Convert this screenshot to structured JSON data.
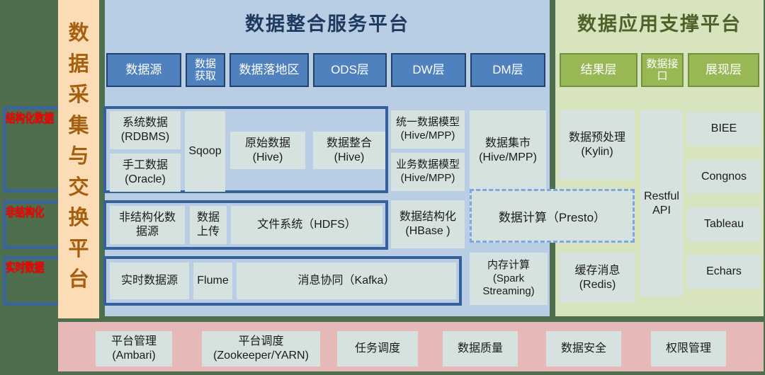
{
  "colors": {
    "background_green": "#4E6E4E",
    "panel_blue": "#B9CDE4",
    "panel_green": "#D8E4BE",
    "header_blue": "#4E81BD",
    "header_green": "#97B855",
    "box_light": "#D6E2E0",
    "orange_bar": "#FCDCB4",
    "pink_bar": "#E6B9B8",
    "label_red": "#FF0000",
    "container_border_blue": "#36609A",
    "dashed_border_blue": "#7EA6E0"
  },
  "collection": {
    "title": "数据采集与交换平台"
  },
  "source_labels": [
    "结构化数据",
    "非结构化",
    "实时数据"
  ],
  "integration": {
    "title": "数据整合服务平台",
    "headers": [
      {
        "label": "数据源"
      },
      {
        "label": "数据\n获取"
      },
      {
        "label": "数据落地区"
      },
      {
        "label": "ODS层"
      },
      {
        "label": "DW层"
      },
      {
        "label": "DM层"
      }
    ],
    "structured_group": {
      "system_data": "系统数据\n(RDBMS)",
      "manual_data": "手工数据\n(Oracle)",
      "sqoop": "Sqoop",
      "raw_data": "原始数据\n(Hive)",
      "data_merge": "数据整合\n(Hive)"
    },
    "models": {
      "unified_model": "统一数据模型\n(Hive/MPP)",
      "business_model": "业务数据模型\n(Hive/MPP)",
      "data_mart": "数据集市\n(Hive/MPP)"
    },
    "unstructured_group": {
      "unstructured_source": "非结构化数\n据源",
      "data_upload": "数据\n上传",
      "hdfs": "文件系统（HDFS）"
    },
    "structuring": "数据结构化\n(HBase )",
    "realtime_group": {
      "realtime_source": "实时数据源",
      "flume": "Flume",
      "kafka": "消息协同（Kafka）"
    },
    "memory_compute": "内存计算\n(Spark\nStreaming)",
    "presto": "数据计算（Presto）"
  },
  "application": {
    "title": "数据应用支撑平台",
    "headers": [
      {
        "label": "结果层"
      },
      {
        "label": "数据接\n口"
      },
      {
        "label": "展现层"
      }
    ],
    "kylin": "数据预处理\n(Kylin)",
    "redis": "缓存消息\n(Redis)",
    "restful": "Restful\nAPI",
    "tools": [
      "BIEE",
      "Congnos",
      "Tableau",
      "Echars"
    ]
  },
  "management": {
    "items": [
      "平台管理\n(Ambari)",
      "平台调度\n(Zookeeper/YARN)",
      "任务调度",
      "数据质量",
      "数据安全",
      "权限管理"
    ]
  }
}
